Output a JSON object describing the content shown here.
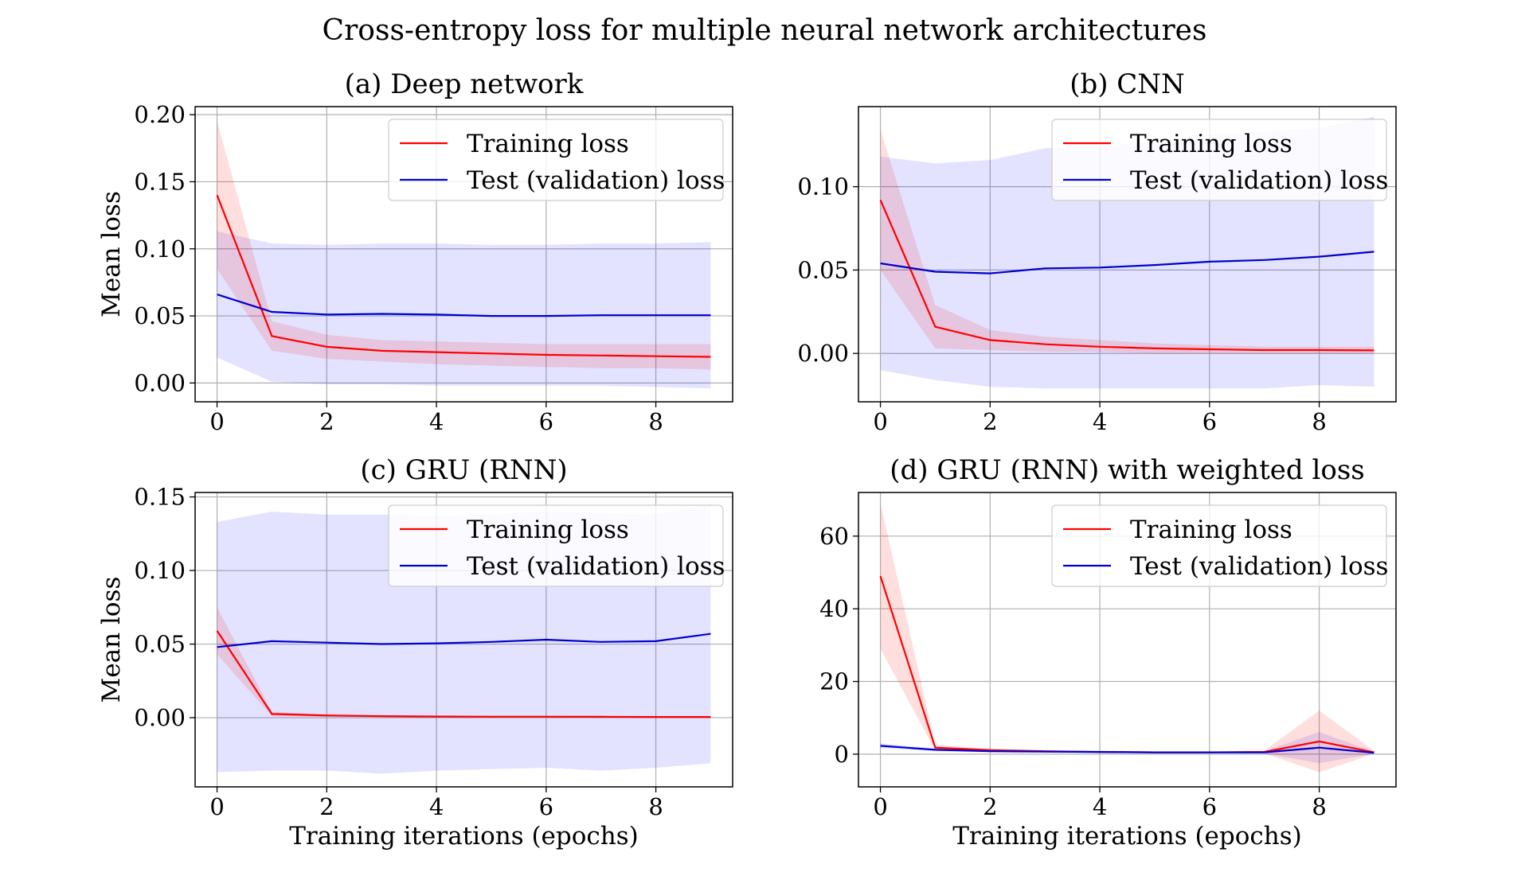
{
  "figure_title": "Cross-entropy loss for multiple neural network architectures",
  "legend": {
    "training": "Training loss",
    "test": "Test (validation) loss"
  },
  "colors": {
    "training": "#ff0000",
    "test": "#0000cc",
    "training_band": "#ff0000",
    "test_band": "#0000ff",
    "grid": "#b0b0b0"
  },
  "chart_data": [
    {
      "type": "line",
      "title": "(a) Deep network",
      "xlabel": "",
      "ylabel": "Mean loss",
      "xlim": [
        -0.4,
        9.4
      ],
      "ylim": [
        -0.014,
        0.206
      ],
      "xticks": [
        0,
        2,
        4,
        6,
        8
      ],
      "yticks": [
        0.0,
        0.05,
        0.1,
        0.15,
        0.2
      ],
      "ytick_labels": [
        "0.00",
        "0.05",
        "0.10",
        "0.15",
        "0.20"
      ],
      "grid": true,
      "legend_loc": "upper right",
      "x": [
        0,
        1,
        2,
        3,
        4,
        5,
        6,
        7,
        8,
        9
      ],
      "series": [
        {
          "name": "Training loss",
          "values": [
            0.14,
            0.035,
            0.027,
            0.024,
            0.023,
            0.022,
            0.021,
            0.0205,
            0.02,
            0.0195
          ],
          "lower": [
            0.085,
            0.024,
            0.018,
            0.016,
            0.014,
            0.013,
            0.012,
            0.011,
            0.011,
            0.01
          ],
          "upper": [
            0.195,
            0.046,
            0.036,
            0.032,
            0.031,
            0.03,
            0.029,
            0.029,
            0.029,
            0.029
          ]
        },
        {
          "name": "Test (validation) loss",
          "values": [
            0.066,
            0.053,
            0.051,
            0.0515,
            0.051,
            0.05,
            0.05,
            0.0505,
            0.0505,
            0.0505
          ],
          "lower": [
            0.019,
            0.001,
            -0.001,
            -0.001,
            -0.002,
            -0.002,
            -0.002,
            -0.002,
            -0.003,
            -0.004
          ],
          "upper": [
            0.113,
            0.104,
            0.103,
            0.104,
            0.104,
            0.103,
            0.103,
            0.104,
            0.104,
            0.105
          ]
        }
      ]
    },
    {
      "type": "line",
      "title": "(b) CNN",
      "xlabel": "",
      "ylabel": "",
      "xlim": [
        -0.4,
        9.4
      ],
      "ylim": [
        -0.029,
        0.148
      ],
      "xticks": [
        0,
        2,
        4,
        6,
        8
      ],
      "yticks": [
        0.0,
        0.05,
        0.1
      ],
      "ytick_labels": [
        "0.00",
        "0.05",
        "0.10"
      ],
      "grid": true,
      "legend_loc": "upper right",
      "x": [
        0,
        1,
        2,
        3,
        4,
        5,
        6,
        7,
        8,
        9
      ],
      "series": [
        {
          "name": "Training loss",
          "values": [
            0.092,
            0.016,
            0.008,
            0.0055,
            0.004,
            0.003,
            0.0025,
            0.002,
            0.002,
            0.0018
          ],
          "lower": [
            0.05,
            0.003,
            0.002,
            0.001,
            0.001,
            0.0,
            0.0,
            0.0,
            0.0,
            0.0
          ],
          "upper": [
            0.134,
            0.029,
            0.014,
            0.01,
            0.008,
            0.006,
            0.005,
            0.004,
            0.004,
            0.004
          ]
        },
        {
          "name": "Test (validation) loss",
          "values": [
            0.054,
            0.049,
            0.048,
            0.051,
            0.0515,
            0.053,
            0.055,
            0.056,
            0.058,
            0.061
          ],
          "lower": [
            -0.01,
            -0.016,
            -0.02,
            -0.021,
            -0.021,
            -0.021,
            -0.021,
            -0.021,
            -0.019,
            -0.02
          ],
          "upper": [
            0.118,
            0.114,
            0.116,
            0.123,
            0.124,
            0.127,
            0.131,
            0.133,
            0.135,
            0.142
          ]
        }
      ]
    },
    {
      "type": "line",
      "title": "(c) GRU (RNN)",
      "xlabel": "Training iterations (epochs)",
      "ylabel": "Mean loss",
      "xlim": [
        -0.4,
        9.4
      ],
      "ylim": [
        -0.047,
        0.153
      ],
      "xticks": [
        0,
        2,
        4,
        6,
        8
      ],
      "yticks": [
        0.0,
        0.05,
        0.1,
        0.15
      ],
      "ytick_labels": [
        "0.00",
        "0.05",
        "0.10",
        "0.15"
      ],
      "grid": true,
      "legend_loc": "upper right",
      "x": [
        0,
        1,
        2,
        3,
        4,
        5,
        6,
        7,
        8,
        9
      ],
      "series": [
        {
          "name": "Training loss",
          "values": [
            0.059,
            0.0025,
            0.0015,
            0.001,
            0.0008,
            0.0007,
            0.0007,
            0.0006,
            0.0005,
            0.0005
          ],
          "lower": [
            0.043,
            0.001,
            0.0005,
            0.0003,
            0.0002,
            0.0002,
            0.0002,
            0.0002,
            0.0001,
            0.0001
          ],
          "upper": [
            0.075,
            0.004,
            0.0025,
            0.002,
            0.0015,
            0.0013,
            0.0013,
            0.0012,
            0.001,
            0.001
          ]
        },
        {
          "name": "Test (validation) loss",
          "values": [
            0.048,
            0.052,
            0.051,
            0.05,
            0.0505,
            0.0515,
            0.053,
            0.0515,
            0.052,
            0.057
          ],
          "lower": [
            -0.037,
            -0.036,
            -0.036,
            -0.038,
            -0.036,
            -0.035,
            -0.034,
            -0.036,
            -0.034,
            -0.031
          ],
          "upper": [
            0.133,
            0.14,
            0.138,
            0.138,
            0.137,
            0.138,
            0.14,
            0.139,
            0.138,
            0.145
          ]
        }
      ]
    },
    {
      "type": "line",
      "title": "(d) GRU (RNN) with weighted loss",
      "xlabel": "Training iterations (epochs)",
      "ylabel": "",
      "xlim": [
        -0.4,
        9.4
      ],
      "ylim": [
        -9,
        72
      ],
      "xticks": [
        0,
        2,
        4,
        6,
        8
      ],
      "yticks": [
        0,
        20,
        40,
        60
      ],
      "ytick_labels": [
        "0",
        "20",
        "40",
        "60"
      ],
      "grid": true,
      "legend_loc": "upper right",
      "x": [
        0,
        1,
        2,
        3,
        4,
        5,
        6,
        7,
        8,
        9
      ],
      "series": [
        {
          "name": "Training loss",
          "values": [
            49,
            1.8,
            1.1,
            0.8,
            0.6,
            0.5,
            0.5,
            0.6,
            3.5,
            0.5
          ],
          "lower": [
            29,
            1.0,
            0.7,
            0.5,
            0.4,
            0.3,
            0.3,
            0.2,
            -5.0,
            0.1
          ],
          "upper": [
            69,
            2.6,
            1.5,
            1.1,
            0.8,
            0.7,
            0.7,
            1.0,
            12.0,
            0.9
          ]
        },
        {
          "name": "Test (validation) loss",
          "values": [
            2.3,
            1.2,
            0.8,
            0.7,
            0.6,
            0.5,
            0.5,
            0.5,
            1.8,
            0.4
          ],
          "lower": [
            1.6,
            0.8,
            0.5,
            0.4,
            0.3,
            0.3,
            0.3,
            0.2,
            -2.5,
            0.1
          ],
          "upper": [
            3.0,
            1.6,
            1.1,
            1.0,
            0.9,
            0.7,
            0.7,
            0.8,
            6.1,
            0.7
          ]
        }
      ]
    }
  ]
}
